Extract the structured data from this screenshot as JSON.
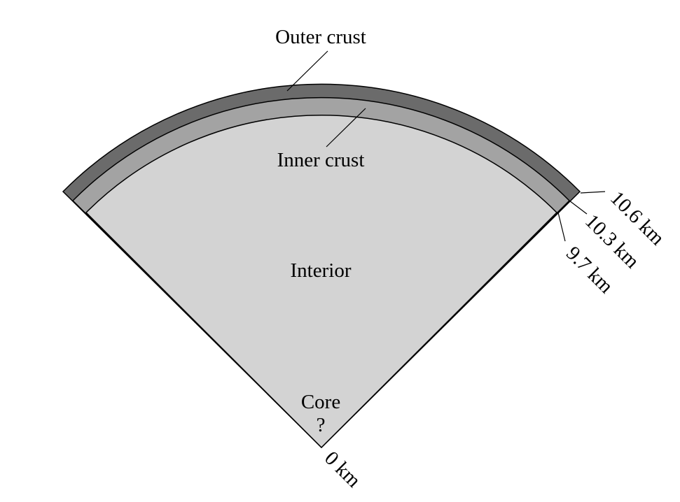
{
  "colors": {
    "outer_crust": "#6b6b6b",
    "inner_crust": "#a3a3a3",
    "interior": "#d3d3d3",
    "outline": "#000000",
    "background": "#ffffff"
  },
  "labels": {
    "outer_crust": "Outer crust",
    "inner_crust": "Inner crust",
    "interior": "Interior",
    "core": "Core",
    "core_question": "?"
  },
  "radii": {
    "outer_surface": "10.6 km",
    "inner_crust_top": "10.3 km",
    "interior_top": "9.7 km",
    "center": "0 km"
  }
}
